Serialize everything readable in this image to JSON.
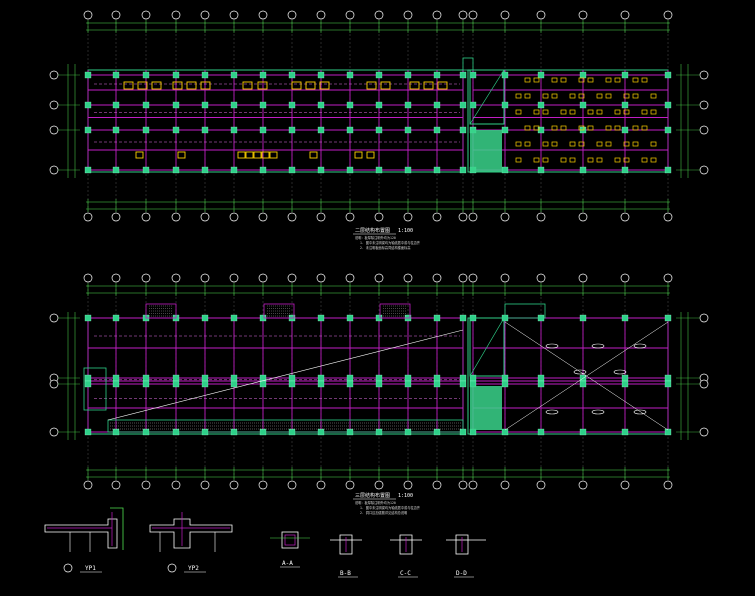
{
  "colors": {
    "background": "#000000",
    "axis": "#ffffff",
    "column": "#2fd089",
    "beam": "#c11ec4",
    "slab_edge": "#2fd089",
    "opening": "#ffd200",
    "stair": "#3ad48b",
    "dim": "#4fe04f",
    "text": "#ffffff"
  },
  "plans": [
    {
      "title": "二层结构布置图",
      "scale": "1:100",
      "notes": [
        "说明：板厚除注明外均为120",
        "1. 图中未注明梁均为轴线居中或与柱边齐",
        "2. 未注明板面标高同结构楼面标高"
      ]
    },
    {
      "title": "三层结构布置图",
      "scale": "1:100",
      "notes": [
        "说明：板厚除注明外均为120",
        "1. 图中未注明梁均为轴线居中或与柱边齐",
        "2. 洞口边加强筋详见结构总说明"
      ]
    }
  ],
  "details": [
    {
      "label": "YP1",
      "icon": "section-symbol-icon"
    },
    {
      "label": "YP2",
      "icon": "section-symbol-icon"
    },
    {
      "label": "A-A",
      "icon": "section-symbol-icon"
    },
    {
      "label": "B-B",
      "icon": "section-symbol-icon"
    },
    {
      "label": "C-C",
      "icon": "section-symbol-icon"
    },
    {
      "label": "D-D",
      "icon": "section-symbol-icon"
    }
  ]
}
